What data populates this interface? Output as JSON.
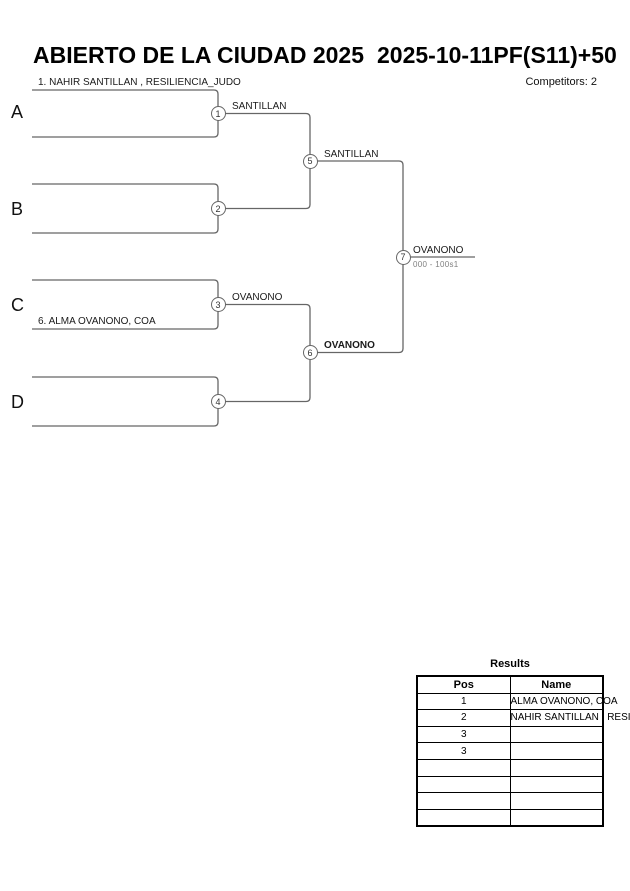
{
  "header": {
    "title": "ABIERTO DE LA CIUDAD 2025",
    "date": "2025-10-11",
    "category": "PF(S11)+50",
    "competitors_label": "Competitors: 2"
  },
  "bracket": {
    "seed_letters": [
      "A",
      "B",
      "C",
      "D"
    ],
    "seed1_name": "1. NAHIR SANTILLAN , RESILIENCIA_JUDO",
    "seed6_name": "6. ALMA OVANONO, COA",
    "matches": [
      {
        "number": "1",
        "winner": "SANTILLAN"
      },
      {
        "number": "2",
        "winner": ""
      },
      {
        "number": "3",
        "winner": "OVANONO"
      },
      {
        "number": "4",
        "winner": ""
      },
      {
        "number": "5",
        "winner": "SANTILLAN"
      },
      {
        "number": "6",
        "winner": "OVANONO"
      },
      {
        "number": "7",
        "winner": "OVANONO",
        "score": "000 - 100s1"
      }
    ]
  },
  "results": {
    "title": "Results",
    "columns": {
      "pos": "Pos",
      "name": "Name"
    },
    "rows": [
      {
        "pos": "1",
        "name": "ALMA OVANONO, COA"
      },
      {
        "pos": "2",
        "name": "NAHIR SANTILLAN , RESILIENCIA_JUDO"
      },
      {
        "pos": "3",
        "name": ""
      },
      {
        "pos": "3",
        "name": ""
      },
      {
        "pos": "",
        "name": ""
      },
      {
        "pos": "",
        "name": ""
      },
      {
        "pos": "",
        "name": ""
      },
      {
        "pos": "",
        "name": ""
      }
    ]
  },
  "colors": {
    "line": "#666666",
    "text": "#1a1a1a",
    "score": "#808080"
  }
}
